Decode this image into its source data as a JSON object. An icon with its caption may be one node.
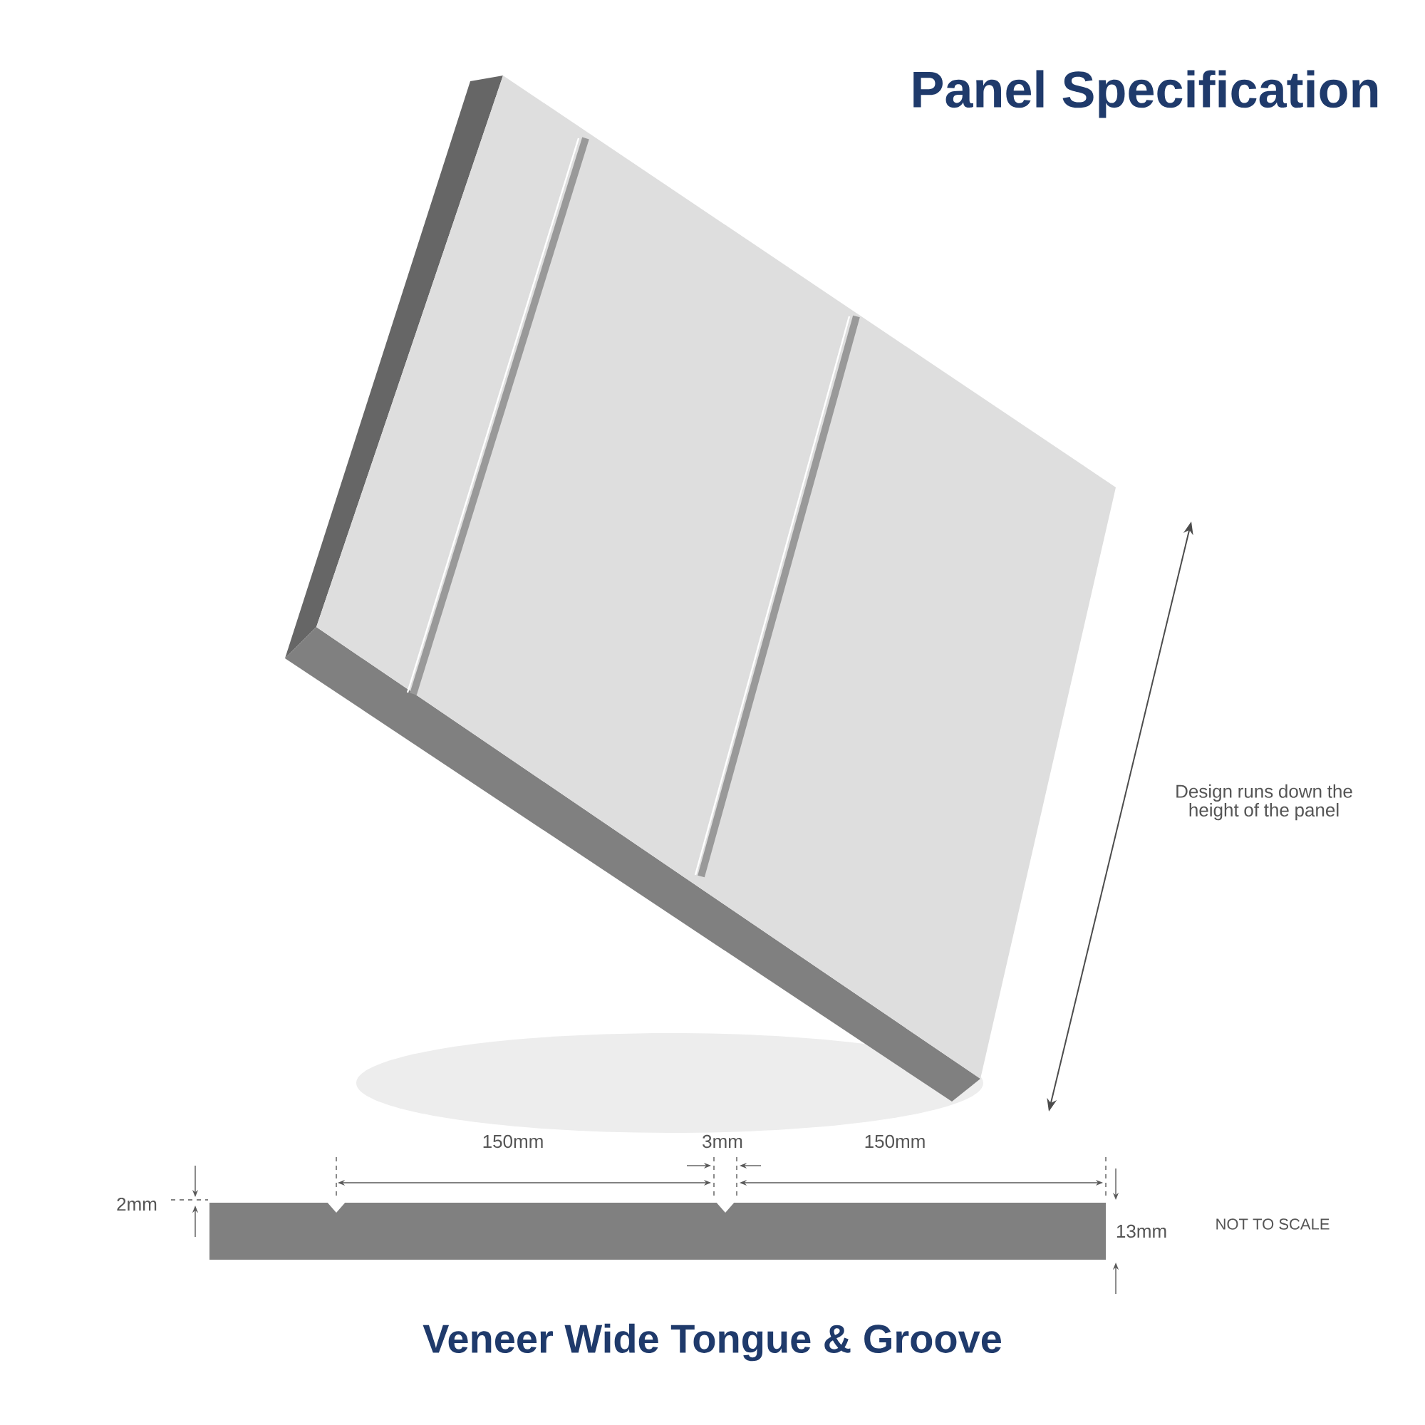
{
  "diagram": {
    "title": "Panel Specification",
    "caption": "Veneer Wide Tongue & Groove",
    "labels": [
      "Design runs down the height of the panel",
      "150mm",
      "3mm",
      "150mm",
      "2mm",
      "13mm",
      "NOT TO SCALE"
    ]
  }
}
